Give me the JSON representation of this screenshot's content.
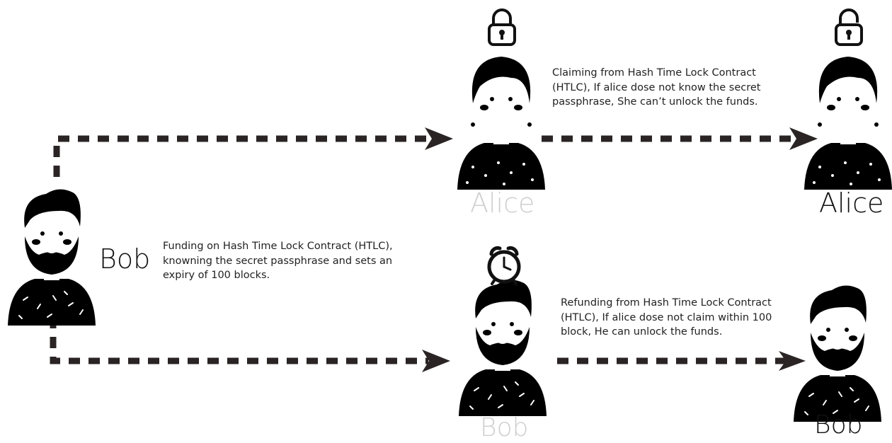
{
  "actors": {
    "bob_main": "Bob",
    "alice_pending": "Alice",
    "alice_final": "Alice",
    "bob_pending": "Bob",
    "bob_final": "Bob"
  },
  "descriptions": {
    "funding": "Funding on Hash Time Lock Contract (HTLC), knowning the secret passphrase and sets an expiry of 100 blocks.",
    "claiming": "Claiming from Hash Time Lock Contract (HTLC), If alice dose not know the secret passphrase, She can’t unlock the funds.",
    "refunding": "Refunding from Hash Time Lock Contract (HTLC), If alice dose not claim within 100 block, He can unlock the funds."
  },
  "icons": {
    "locked": "padlock-closed-icon",
    "unlocked": "padlock-open-icon",
    "timer": "alarm-clock-icon"
  },
  "colors": {
    "active": "#111111",
    "inactive": "#cfcfcf",
    "arrow": "#2a2424",
    "cheek": "#c8c8c8"
  }
}
